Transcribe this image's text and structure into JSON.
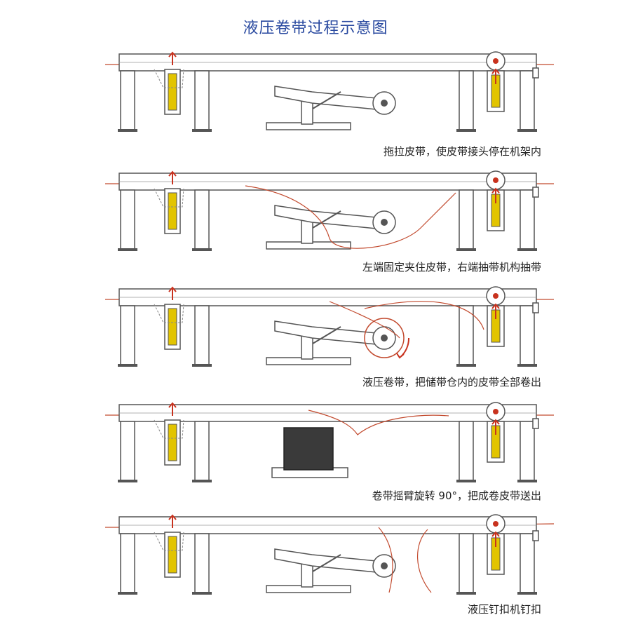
{
  "title": "液压卷带过程示意图",
  "colors": {
    "frame": "#555555",
    "belt": "#c24a2e",
    "arrow": "#c8321e",
    "cylinder": "#e2c400",
    "title": "#2a4aa0",
    "block": "#3a3a3a"
  },
  "steps": [
    {
      "caption": "拖拉皮带，使皮带接头停在机架内",
      "arm": "arm",
      "belt": "none",
      "roll": false
    },
    {
      "caption": "左端固定夹住皮带，右端抽带机构抽带",
      "arm": "arm",
      "belt": "wave",
      "roll": false
    },
    {
      "caption": "液压卷带，把储带仓内的皮带全部卷出",
      "arm": "arm",
      "belt": "loop",
      "roll": true
    },
    {
      "caption": "卷带摇臂旋转 90°，把成卷皮带送出",
      "arm": "block",
      "belt": "curve",
      "roll": false
    },
    {
      "caption": "液压钉扣机钉扣",
      "arm": "arm",
      "belt": "split",
      "roll": false
    }
  ]
}
